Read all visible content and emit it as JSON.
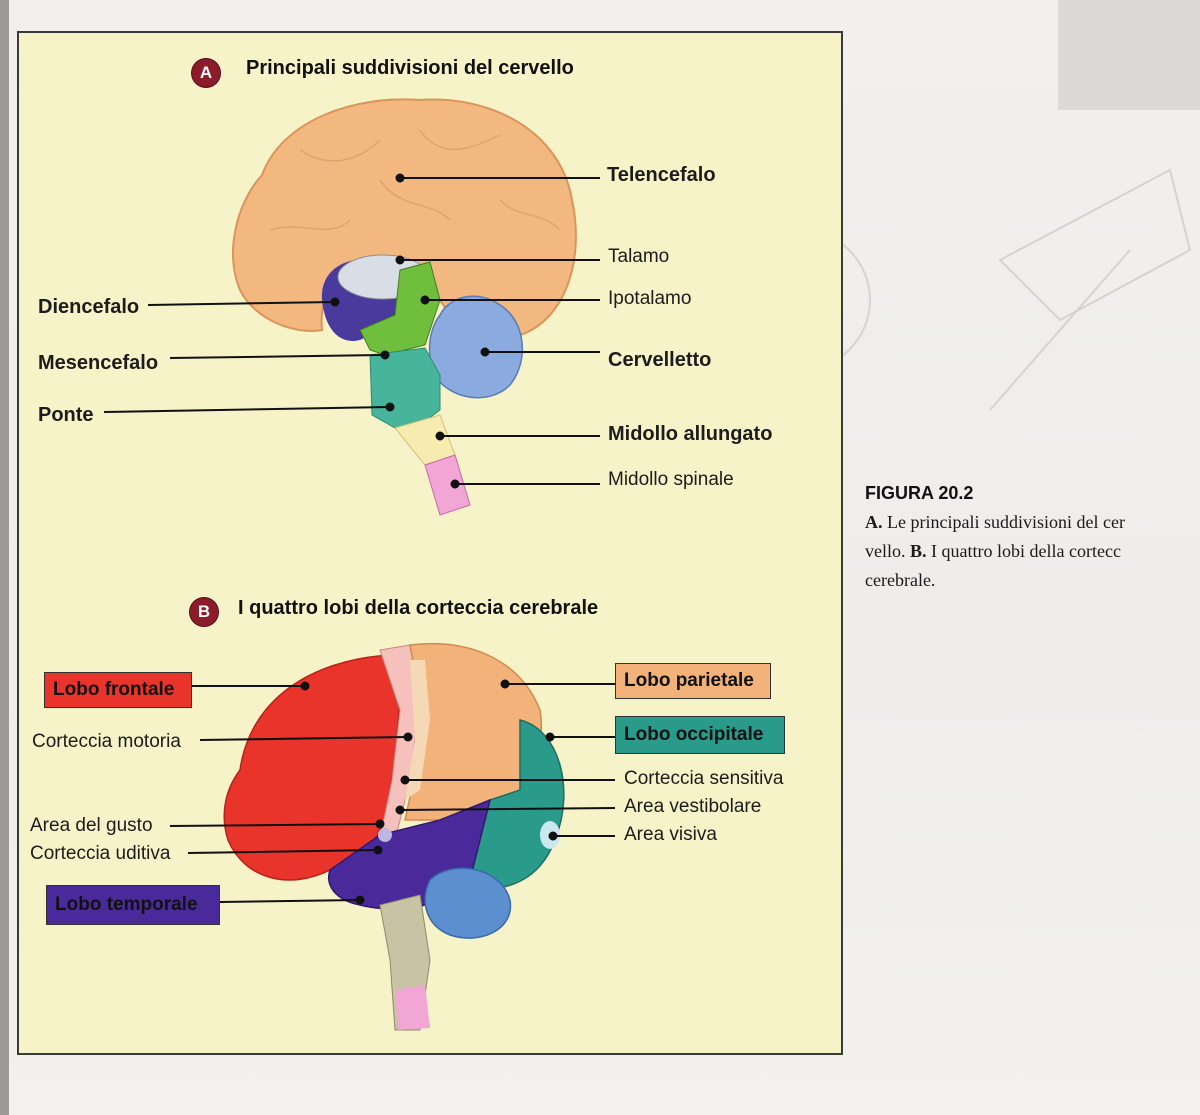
{
  "section_a": {
    "badge": "A",
    "title": "Principali suddivisioni del cervello",
    "labels": {
      "telencefalo": "Telencefalo",
      "talamo": "Talamo",
      "ipotalamo": "Ipotalamo",
      "cervelletto": "Cervelletto",
      "midollo_allungato": "Midollo allungato",
      "midollo_spinale": "Midollo spinale",
      "diencefalo": "Diencefalo",
      "mesencefalo": "Mesencefalo",
      "ponte": "Ponte"
    }
  },
  "section_b": {
    "badge": "B",
    "title": "I quattro lobi della corteccia cerebrale",
    "labels": {
      "lobo_frontale": "Lobo frontale",
      "corteccia_motoria": "Corteccia motoria",
      "area_del_gusto": "Area del gusto",
      "corteccia_uditiva": "Corteccia uditiva",
      "lobo_temporale": "Lobo temporale",
      "lobo_parietale": "Lobo parietale",
      "lobo_occipitale": "Lobo occipitale",
      "corteccia_sensitiva": "Corteccia sensitiva",
      "area_vestibolare": "Area vestibolare",
      "area_visiva": "Area visiva"
    }
  },
  "caption": {
    "title": "FIGURA 20.2",
    "line1_bold": "A.",
    "line1": "Le principali suddivisioni del cer",
    "line2_a": "vello.",
    "line2_b": "B.",
    "line2_c": "I quattro lobi della cortecc",
    "line3": "cerebrale."
  },
  "colors": {
    "panel": "#f6f3c8",
    "badge": "#8c1b2b",
    "telencefalo": "#f2b880",
    "frontale": "#e8342a",
    "parietale": "#f2b27a",
    "occipitale": "#2a9a8a",
    "temporale": "#4a2a9a",
    "cervelletto": "#8aaae0"
  }
}
